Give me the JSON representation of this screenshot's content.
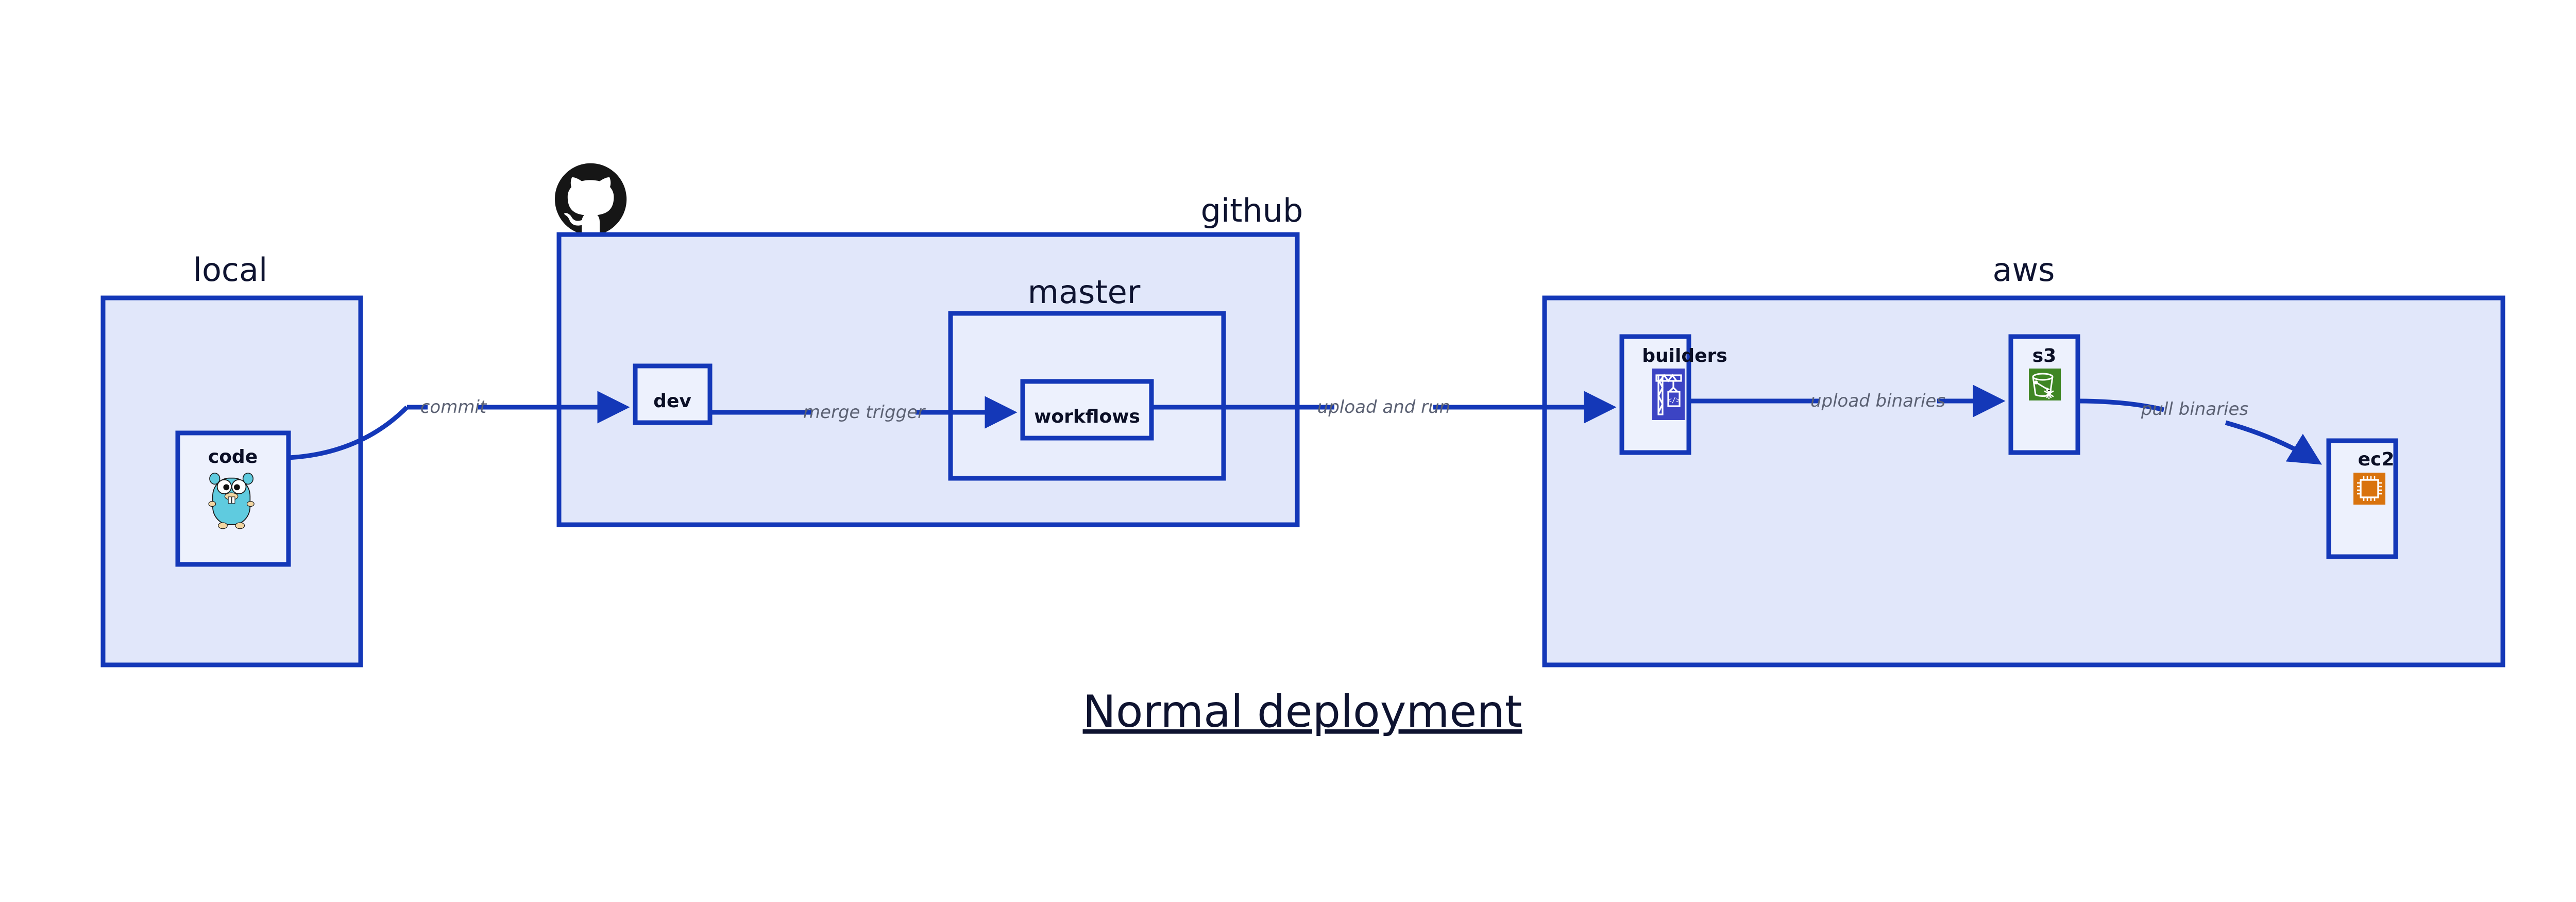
{
  "diagram": {
    "title": "Normal deployment",
    "background": "#ffffff",
    "accent_border": "#1438b8",
    "container_fill": "#e1e7fa",
    "node_fill": "#edf1fd",
    "label_color": "#0e1330",
    "edge_label_color": "#5b6173"
  },
  "groups": {
    "local": {
      "label": "local"
    },
    "github": {
      "label": "github",
      "logo": "github-octocat-logo"
    },
    "master": {
      "label": "master"
    },
    "aws": {
      "label": "aws"
    }
  },
  "nodes": {
    "code": {
      "label": "code",
      "icon": "go-gopher-icon",
      "icon_color": "#5fcbdf"
    },
    "dev": {
      "label": "dev",
      "icon": "none"
    },
    "workflows": {
      "label": "workflows",
      "icon": "none"
    },
    "builders": {
      "label": "builders",
      "icon": "aws-codebuild-crane-icon",
      "icon_color": "#3c44c4"
    },
    "s3": {
      "label": "s3",
      "icon": "aws-s3-glacier-bucket-icon",
      "icon_color": "#3f8624"
    },
    "ec2": {
      "label": "ec2",
      "icon": "aws-ec2-chip-icon",
      "icon_color": "#d9730d"
    }
  },
  "edges": [
    {
      "id": "code-to-dev",
      "label": "commit",
      "from": "code",
      "to": "dev"
    },
    {
      "id": "dev-to-workflows",
      "label": "merge trigger",
      "from": "dev",
      "to": "workflows"
    },
    {
      "id": "workflows-to-builders",
      "label": "upload and run",
      "from": "workflows",
      "to": "builders"
    },
    {
      "id": "builders-to-s3",
      "label": "upload binaries",
      "from": "builders",
      "to": "s3"
    },
    {
      "id": "s3-to-ec2",
      "label": "pull binaries",
      "from": "s3",
      "to": "ec2"
    }
  ]
}
